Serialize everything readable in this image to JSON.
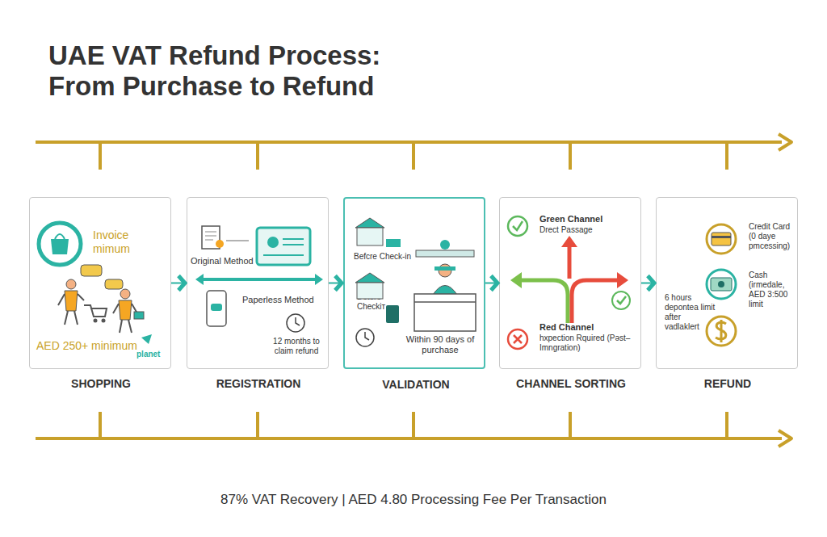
{
  "diagram": {
    "title": "UAE VAT Refund Process: From Purchase to Refund",
    "caption": "87% VAT Recovery | AED 4.80 Processing Fee Per Transaction",
    "nodes": [
      {
        "text": [
          "SHOPPING",
          "Invoice mimum",
          "AED 250+ minimum",
          "planet"
        ]
      },
      {
        "text": [
          "REGISTRATION",
          "Original Method",
          "Paperless Method",
          "12 months to claim refund"
        ]
      },
      {
        "text": [
          "VALIDATION",
          "Befcre Check-in",
          "Detere Checkiт",
          "Within 90 days of purchase"
        ]
      },
      {
        "text": [
          "CHANNEL SORTING",
          "Green Channel",
          "Drect Passage",
          "Red Channel",
          "hxpection Rquired (Pəst–Imngration)"
        ]
      },
      {
        "text": [
          "REFUND",
          "Credit Card",
          "(0 daye pmcessing)",
          "Cash",
          "(irmedale, AED 3:500 limit",
          "6 hours depontea limit after vadlaklert"
        ]
      }
    ],
    "edges": [
      {
        "from": 0,
        "to": 1,
        "arrow": "to"
      },
      {
        "from": 1,
        "to": 2,
        "arrow": "to"
      },
      {
        "from": 2,
        "to": 3,
        "arrow": "to"
      },
      {
        "from": 3,
        "to": 4,
        "arrow": "to"
      }
    ]
  }
}
